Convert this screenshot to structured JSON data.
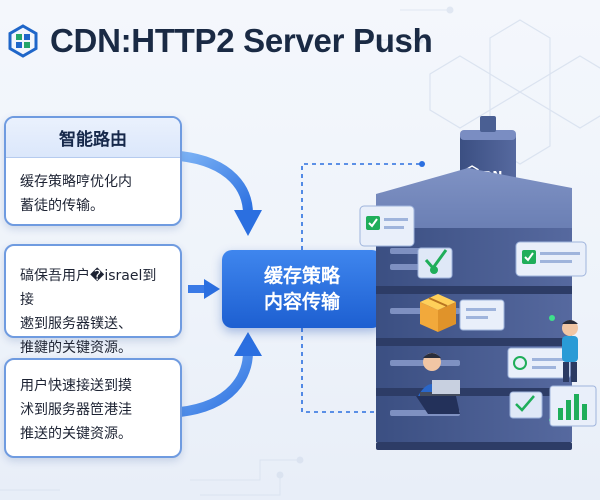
{
  "header": {
    "title": "CDN:HTTP2 Server Push",
    "logo_icon": "cdn-logo-icon"
  },
  "cards": [
    {
      "title": "智能路由",
      "lines": [
        "缓存策略哼优化内",
        "蓄徒的传输。"
      ]
    },
    {
      "lines": [
        "碻保吾用户�israel到接",
        "遬到服务器镤送、",
        "推鍵的关键资源。"
      ]
    },
    {
      "lines": [
        "用户快速接送到摸",
        "沭到服务器笸港洼",
        "推送的关键资源。"
      ]
    }
  ],
  "center": {
    "lines": [
      "缓存策略",
      "内容传输"
    ]
  },
  "server": {
    "badge": "CDN"
  },
  "colors": {
    "accent": "#1d5fd1",
    "card_border": "#6f9be0",
    "server": "#4a5f93"
  }
}
